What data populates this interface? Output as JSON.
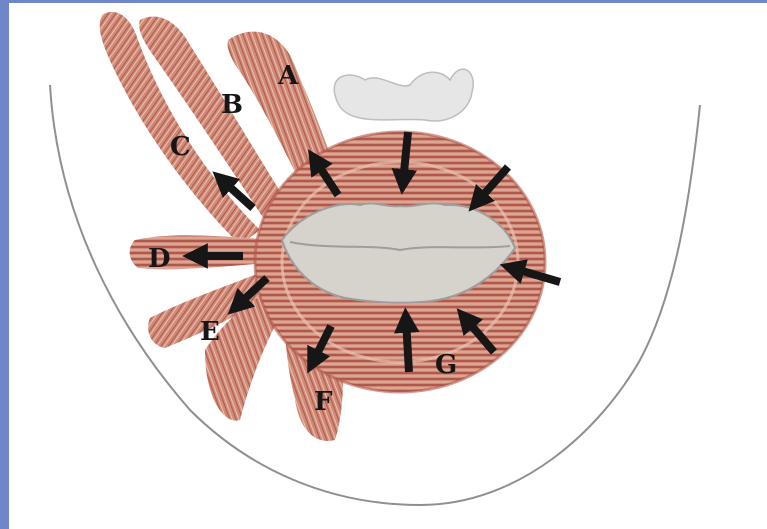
{
  "colors": {
    "frame": "#6f86c8",
    "face_outline": "#8f8f8f",
    "muscle_dark": "#b0584b",
    "muscle_mid": "#cf8a78",
    "muscle_light": "#e9c2b2",
    "lips": "#d6d3cd",
    "arrow": "#161616",
    "label": "#161616"
  },
  "diagram": {
    "image_subject": "orbicularis-oris-and-perioral-muscles",
    "labels": [
      "A",
      "B",
      "C",
      "D",
      "E",
      "F",
      "G"
    ],
    "arrow_icon": "arrow-icon"
  }
}
